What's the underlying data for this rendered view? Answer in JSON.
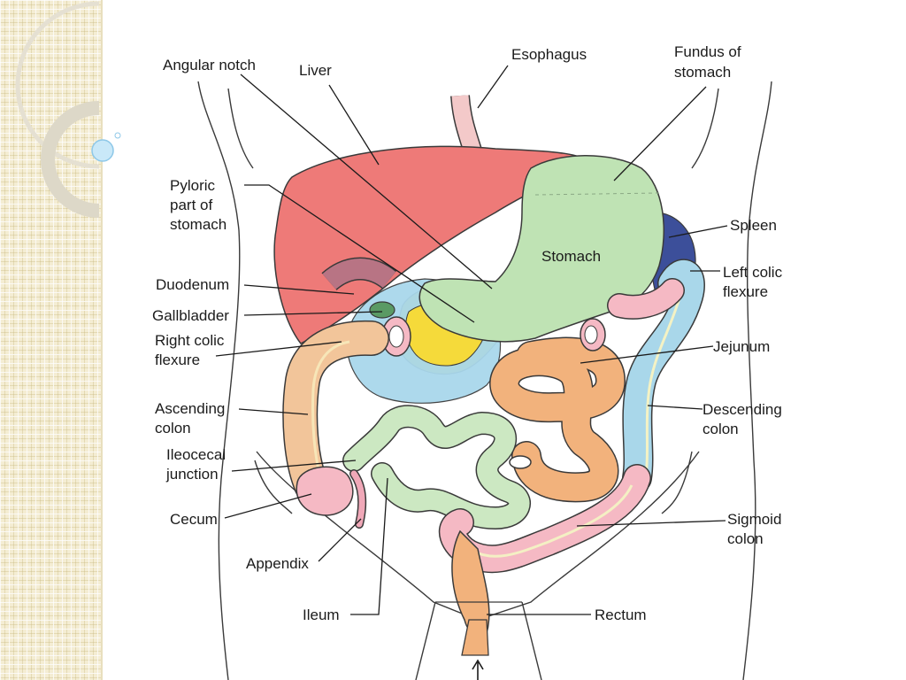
{
  "labels": {
    "angular_notch": "Angular notch",
    "liver": "Liver",
    "esophagus": "Esophagus",
    "fundus": [
      "Fundus of",
      "stomach"
    ],
    "pyloric": [
      "Pyloric",
      "part of",
      "stomach"
    ],
    "stomach": "Stomach",
    "spleen": "Spleen",
    "duodenum": "Duodenum",
    "left_colic": [
      "Left colic",
      "flexure"
    ],
    "gallbladder": "Gallbladder",
    "right_colic": [
      "Right colic",
      "flexure"
    ],
    "jejunum": "Jejunum",
    "ascending": [
      "Ascending",
      "colon"
    ],
    "descending": [
      "Descending",
      "colon"
    ],
    "ileocecal": [
      "Ileocecal",
      "junction"
    ],
    "cecum": "Cecum",
    "sigmoid": [
      "Sigmoid",
      "colon"
    ],
    "appendix": "Appendix",
    "ileum": "Ileum",
    "rectum": "Rectum"
  },
  "colors": {
    "liver": "#ee7a78",
    "stomach": "#bfe3b4",
    "colon_ascending": "#f2c59a",
    "colon_descending": "#a9d7ea",
    "jejunum": "#f2b27c",
    "ileum": "#cce8c2",
    "pancreas": "#f5da3a",
    "duodenum_bg": "#a9d7ec",
    "sigmoid": "#f5b9c4",
    "spleen": "#3c4f9a",
    "sidebar": "#f4edd3"
  }
}
